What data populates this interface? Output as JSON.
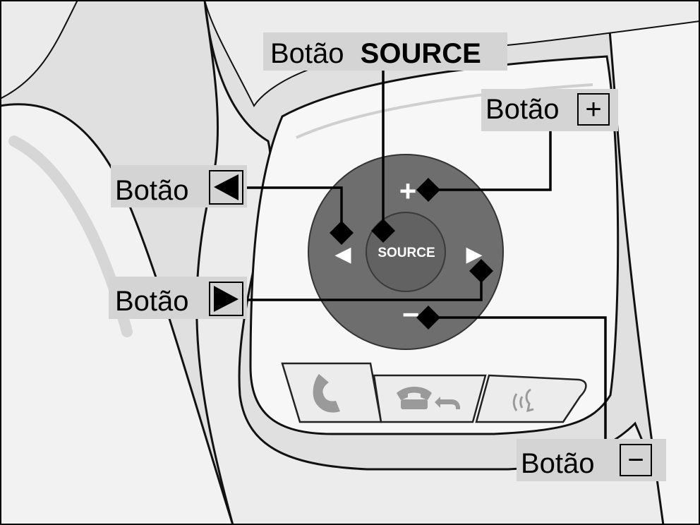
{
  "callouts": {
    "source": {
      "prefix": "Botão",
      "bold": "SOURCE"
    },
    "plus": {
      "prefix": "Botão",
      "symbol": "+"
    },
    "left": {
      "prefix": "Botão"
    },
    "right": {
      "prefix": "Botão"
    },
    "minus": {
      "prefix": "Botão",
      "symbol": "−"
    }
  },
  "pad": {
    "center_label": "SOURCE",
    "plus": "+",
    "minus": "−",
    "left_arrow": "◀",
    "right_arrow": "▶"
  },
  "phone_buttons": [
    {
      "icon": "phone-pickup-icon"
    },
    {
      "icon": "phone-hangup-back-icon"
    },
    {
      "icon": "voice-command-icon"
    }
  ],
  "colors": {
    "callout_bg": "#d4d4d4",
    "pad": "#6e6e6e",
    "pad_center": "#626262",
    "wheel_bg": "#e0e0e0",
    "panel": "#f7f7f7"
  }
}
